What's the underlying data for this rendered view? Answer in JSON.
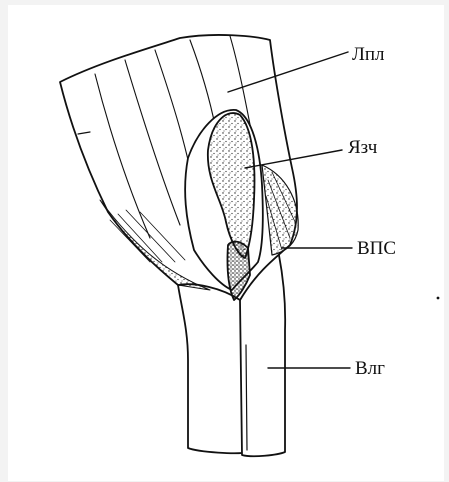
{
  "labels": {
    "blade": "Лпл",
    "ligule": "Язч",
    "sheath_edge": "ВПС",
    "sheath": "Влг"
  },
  "colors": {
    "background": "#f3f3f3",
    "panel": "#ffffff",
    "ink": "#111111"
  }
}
